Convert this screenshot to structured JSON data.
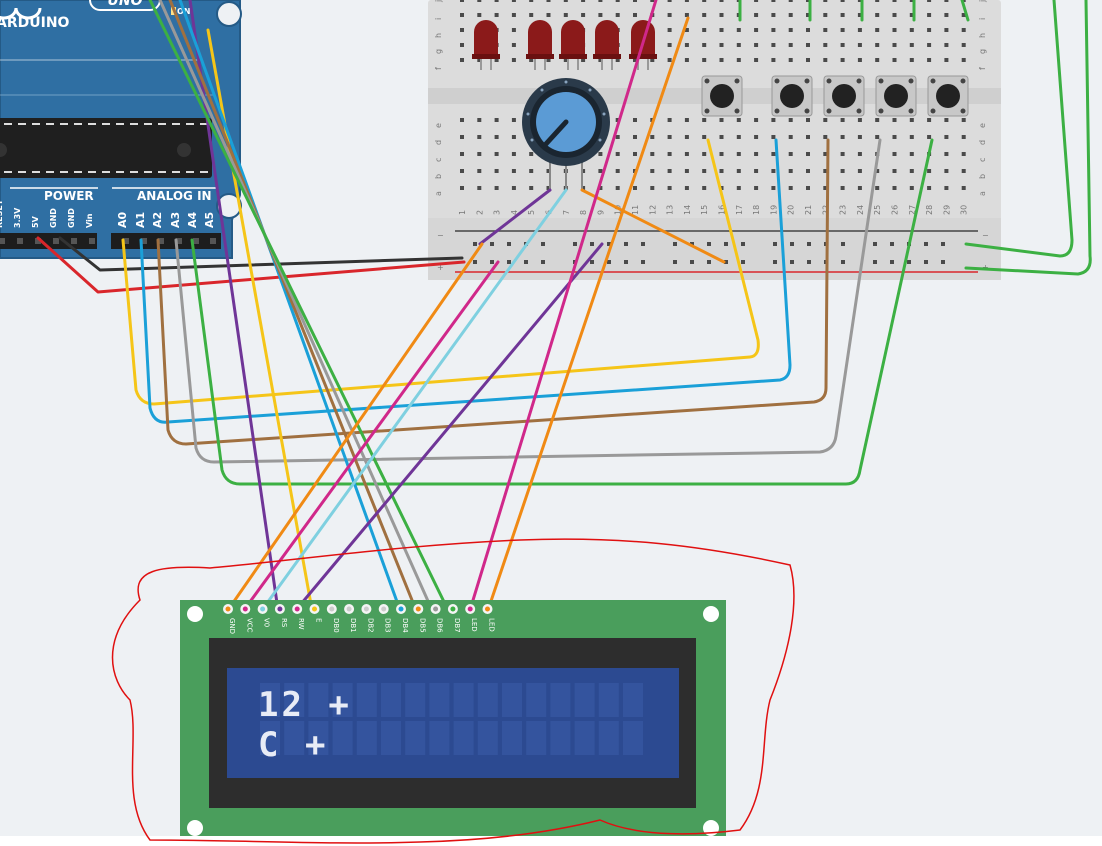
{
  "arduino": {
    "brand": "ARDUINO",
    "model": "UNO",
    "on_label": "ON",
    "power_header": "POWER",
    "analog_header": "ANALOG IN",
    "power_pins": [
      "RESET",
      "3.3V",
      "5V",
      "GND",
      "GND",
      "Vin"
    ],
    "analog_pins": [
      "A0",
      "A1",
      "A2",
      "A3",
      "A4",
      "A5"
    ]
  },
  "breadboard": {
    "row_letters_top": [
      "j",
      "i",
      "h",
      "g",
      "f"
    ],
    "row_letters_bottom": [
      "e",
      "d",
      "c",
      "b",
      "a"
    ],
    "column_numbers": [
      "1",
      "2",
      "3",
      "4",
      "5",
      "6",
      "7",
      "8",
      "9",
      "10",
      "11",
      "12",
      "13",
      "14",
      "15",
      "16",
      "17",
      "18",
      "19",
      "20",
      "21",
      "22",
      "23",
      "24",
      "25",
      "26",
      "27",
      "28",
      "29",
      "30"
    ],
    "rail_minus": "−",
    "rail_plus": "+"
  },
  "components": {
    "led_color": "#8b1a1a",
    "led_count": 5,
    "button_count": 5,
    "potentiometer_color": "#5b9bd5"
  },
  "lcd": {
    "pins": [
      "GND",
      "VCC",
      "V0",
      "RS",
      "RW",
      "E",
      "DB0",
      "DB1",
      "DB2",
      "DB3",
      "DB4",
      "DB5",
      "DB6",
      "DB7",
      "LED",
      "LED"
    ],
    "line1": "12 +",
    "line2": "C +",
    "board_color": "#4a9e5c",
    "screen_color": "#2c4a91"
  },
  "wire_colors": {
    "black": "#333333",
    "red": "#d9262b",
    "yellow": "#f5c518",
    "blue": "#1aa0d8",
    "brown": "#a07040",
    "gray": "#999999",
    "green": "#3cb043",
    "purple": "#6f3597",
    "magenta": "#d0288a",
    "orange": "#f08a14",
    "light_blue": "#7fd0e0"
  },
  "annotation_color": "#e01010"
}
